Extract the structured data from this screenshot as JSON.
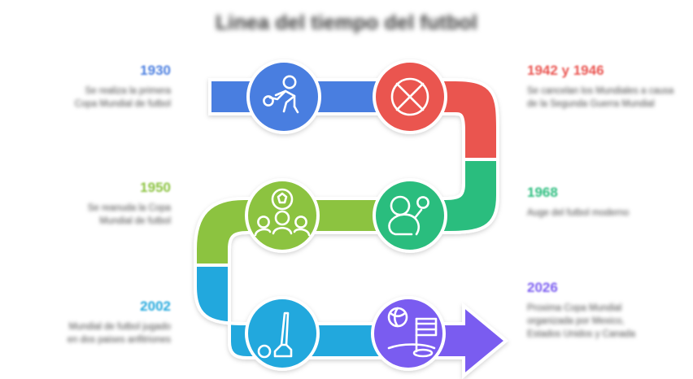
{
  "title": "Linea del tiempo del futbol",
  "palette": {
    "blue": "#4a7ee0",
    "red": "#ea5450",
    "green": "#8cc341",
    "teal": "#2bbd7e",
    "cyan": "#23a8dd",
    "purple": "#7a5cf0",
    "text": "#4a4a4a",
    "title": "#3a3a3a",
    "stroke": "#ffffff"
  },
  "entries": [
    {
      "id": "entry-1",
      "side": "left",
      "year": "1930",
      "color": "#4a7ee0",
      "body": "Se realiza la primera\nCopa Mundial de futbol",
      "icon": "running-player-icon"
    },
    {
      "id": "entry-2",
      "side": "right",
      "year": "1942 y 1946",
      "color": "#ea5450",
      "body": "Se cancelan los Mundiales a causa\nde la Segunda Guerra Mundial",
      "icon": "cancelled-circle-icon"
    },
    {
      "id": "entry-3",
      "side": "left",
      "year": "1950",
      "color": "#8cc341",
      "body": "Se reanuda la Copa\nMundial de futbol",
      "icon": "team-ball-icon"
    },
    {
      "id": "entry-4",
      "side": "right",
      "year": "1968",
      "color": "#2bbd7e",
      "body": "Auge del futbol moderno",
      "icon": "player-kicking-icon"
    },
    {
      "id": "entry-5",
      "side": "left",
      "year": "2002",
      "color": "#23a8dd",
      "body": "Mundial de futbol jugado\nen dos paises anfitriones",
      "icon": "golf-club-ball-icon"
    },
    {
      "id": "entry-6",
      "side": "right",
      "year": "2026",
      "color": "#7a5cf0",
      "body": "Proxima Copa Mundial\norganizada por Mexico,\nEstados Unidos y Canada",
      "icon": "globe-flag-icon"
    }
  ]
}
